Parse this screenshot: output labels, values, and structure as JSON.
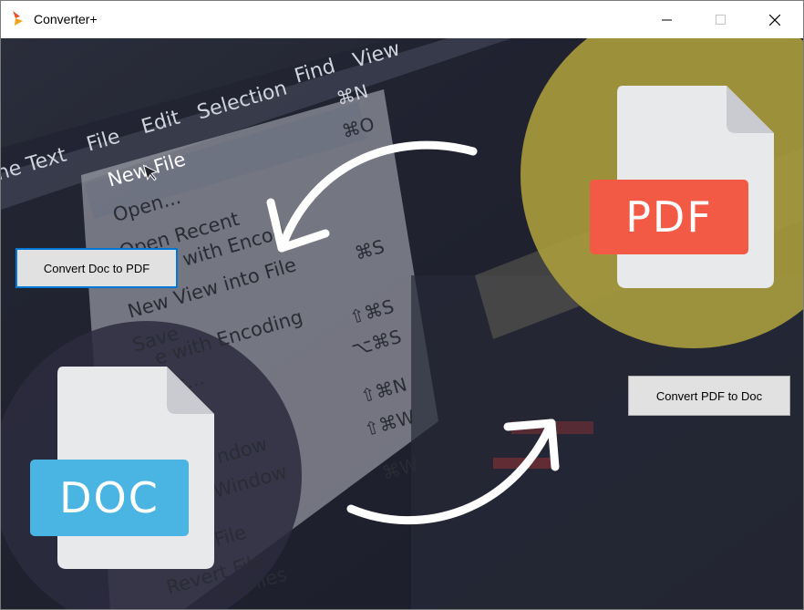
{
  "window": {
    "title": "Converter+",
    "icon": "app-icon",
    "controls": [
      "minimize-icon",
      "maximize-icon",
      "close-icon"
    ]
  },
  "buttons": {
    "doc_to_pdf": "Convert Doc to PDF",
    "pdf_to_doc": "Convert PDF to Doc"
  },
  "illustration": {
    "pdf_label": "PDF",
    "doc_label": "DOC",
    "menubar": [
      "ne Text",
      "File",
      "Edit",
      "Selection",
      "Find",
      "View"
    ],
    "menu_items": [
      "New File",
      "Open...",
      "Open Recent",
      "n with Encod",
      "New View into File",
      "Save",
      "e with Encoding",
      "As...",
      "ndow",
      "Window",
      "File",
      "Revert File",
      "All Files"
    ],
    "shortcuts": [
      "⌘N",
      "⌘O",
      "⌘S",
      "⇧⌘S",
      "⌥⌘S",
      "⇧⌘N",
      "⇧⌘W",
      "⌘W"
    ]
  },
  "colors": {
    "pdf_red": "#f25a45",
    "doc_blue": "#4ab4e3",
    "olive_circle": "#a79a3d",
    "focus_blue": "#0078d7"
  }
}
